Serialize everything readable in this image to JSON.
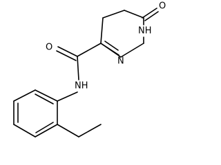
{
  "molecule": {
    "atom_labels": {
      "carbonyl_oxygen_ring": "O",
      "carbonyl_oxygen_amide": "O",
      "ring_nh": "NH",
      "ring_n": "N",
      "amide_nh": "NH"
    },
    "colors": {
      "bond": "#000000",
      "label": "#000000",
      "background": "#ffffff"
    }
  }
}
